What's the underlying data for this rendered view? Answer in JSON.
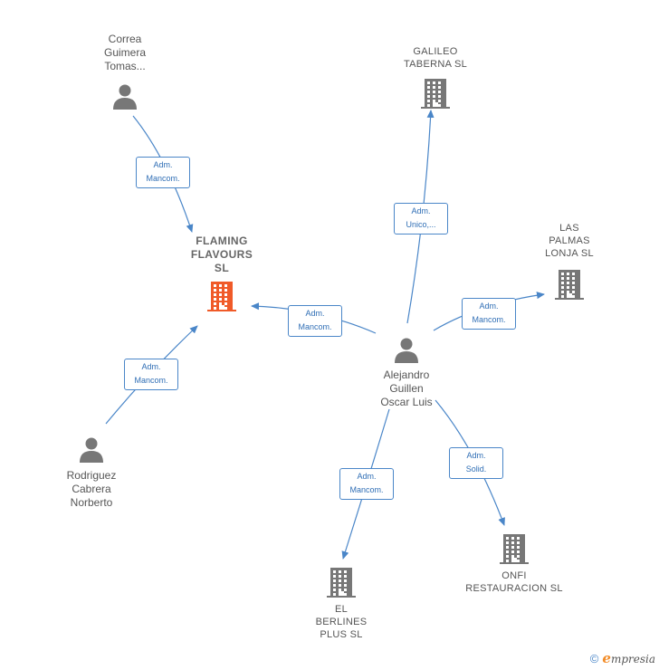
{
  "nodes": {
    "flaming": {
      "label": "FLAMING\nFLAVOURS\nSL",
      "type": "company",
      "highlight": true
    },
    "galileo": {
      "label": "GALILEO\nTABERNA  SL",
      "type": "company"
    },
    "las_palmas": {
      "label": "LAS\nPALMAS\nLONJA SL",
      "type": "company"
    },
    "onfi": {
      "label": "ONFI\nRESTAURACION SL",
      "type": "company"
    },
    "berlines": {
      "label": "EL\nBERLINES\nPLUS  SL",
      "type": "company"
    },
    "correa": {
      "label": "Correa\nGuimera\nTomas...",
      "type": "person"
    },
    "alejandro": {
      "label": "Alejandro\nGuillen\nOscar Luis",
      "type": "person"
    },
    "rodriguez": {
      "label": "Rodriguez\nCabrera\nNorberto",
      "type": "person"
    }
  },
  "edges": [
    {
      "from": "correa",
      "to": "flaming",
      "label": "Adm.\nMancom."
    },
    {
      "from": "rodriguez",
      "to": "flaming",
      "label": "Adm.\nMancom."
    },
    {
      "from": "alejandro",
      "to": "flaming",
      "label": "Adm.\nMancom."
    },
    {
      "from": "alejandro",
      "to": "galileo",
      "label": "Adm.\nUnico,..."
    },
    {
      "from": "alejandro",
      "to": "las_palmas",
      "label": "Adm.\nMancom."
    },
    {
      "from": "alejandro",
      "to": "berlines",
      "label": "Adm.\nMancom."
    },
    {
      "from": "alejandro",
      "to": "onfi",
      "label": "Adm.\nSolid."
    }
  ],
  "colors": {
    "edge": "#4a86c8",
    "icon": "#777777",
    "highlight": "#f05a28"
  },
  "footer": {
    "copyright": "©",
    "brand_initial": "e",
    "brand_rest": "mpresia"
  }
}
